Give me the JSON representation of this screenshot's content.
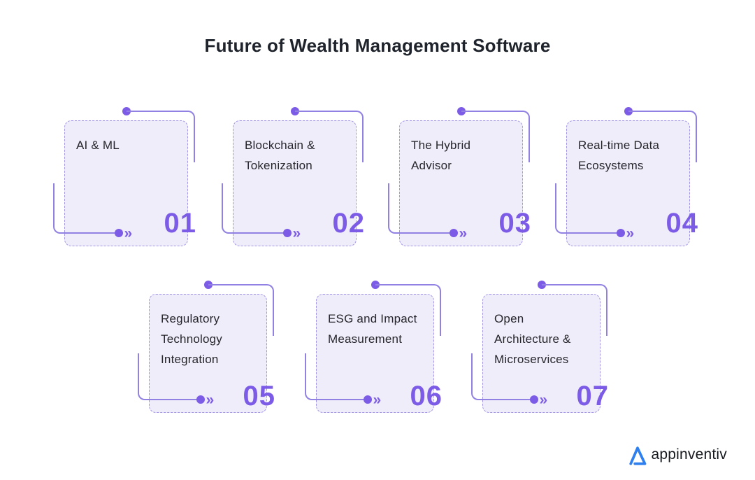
{
  "page": {
    "title": "Future of Wealth Management Software",
    "background": "#ffffff"
  },
  "colors": {
    "accent_purple": "#7c5ce6",
    "connector_line_purple": "#9181e2",
    "card_border_purple": "#a295e5",
    "card_background": "#f0edfb",
    "title_text": "#1f232b",
    "card_text": "#26262b",
    "logo_blue": "#2e7ff0"
  },
  "icons": {
    "chevron": "»",
    "dot": "filled-circle",
    "logo_mark": "appinventiv-triangle-icon"
  },
  "cards": [
    {
      "number": "01",
      "title": "AI & ML",
      "lines": [
        "AI & ML"
      ]
    },
    {
      "number": "02",
      "title": "Blockchain & Tokenization",
      "lines": [
        "Blockchain &",
        "Tokenization"
      ]
    },
    {
      "number": "03",
      "title": "The Hybrid Advisor",
      "lines": [
        "The Hybrid",
        "Advisor"
      ]
    },
    {
      "number": "04",
      "title": "Real-time Data Ecosystems",
      "lines": [
        "Real-time Data",
        "Ecosystems"
      ]
    },
    {
      "number": "05",
      "title": "Regulatory Technology Integration",
      "lines": [
        "Regulatory",
        "Technology",
        "Integration"
      ]
    },
    {
      "number": "06",
      "title": "ESG and Impact Measurement",
      "lines": [
        "ESG and Impact",
        "Measurement"
      ]
    },
    {
      "number": "07",
      "title": "Open Architecture & Microservices",
      "lines": [
        "Open",
        "Architecture &",
        "Microservices"
      ]
    }
  ],
  "footer": {
    "logo_text": "appinventiv"
  }
}
